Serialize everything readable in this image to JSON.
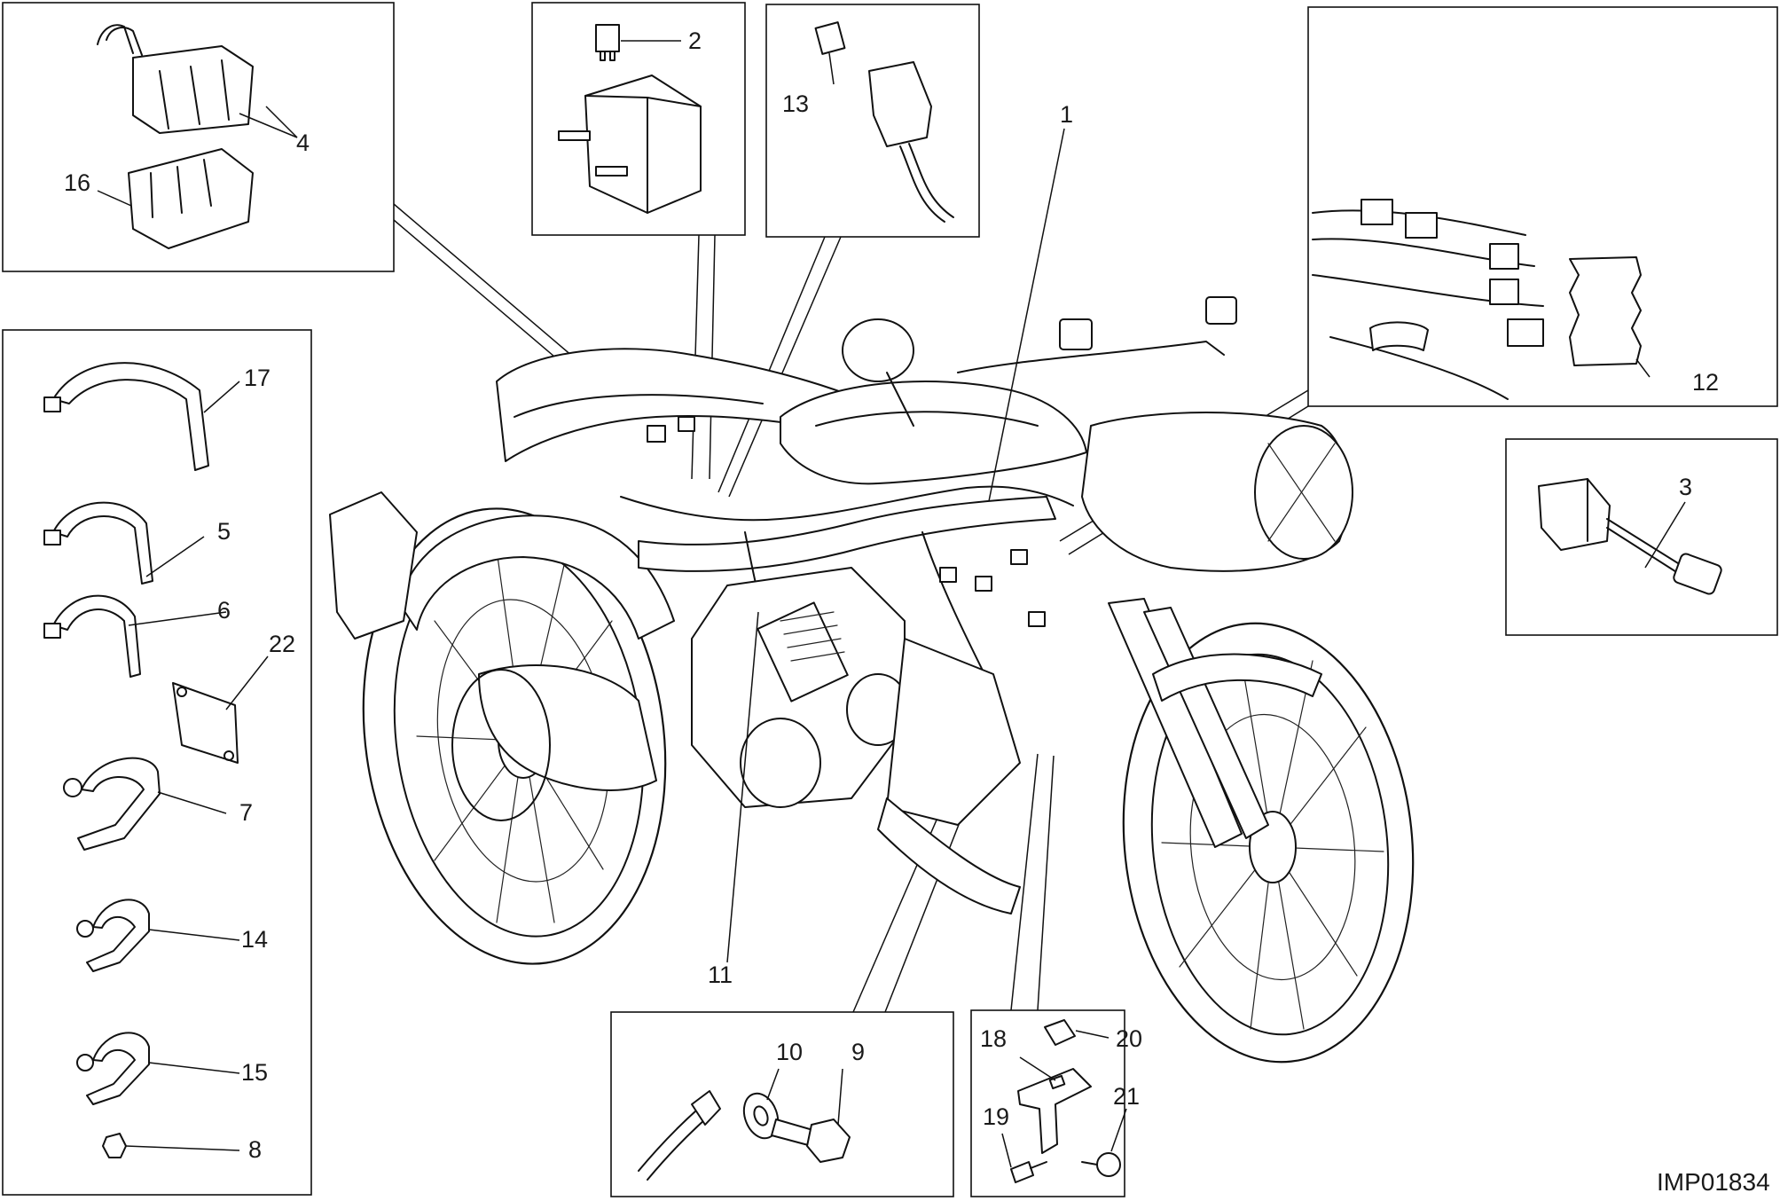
{
  "drawing": {
    "reference_code": "IMP01834"
  },
  "callouts": {
    "c1": "1",
    "c2": "2",
    "c3": "3",
    "c4": "4",
    "c5": "5",
    "c6": "6",
    "c7": "7",
    "c8": "8",
    "c9": "9",
    "c10": "10",
    "c11": "11",
    "c12": "12",
    "c13": "13",
    "c14": "14",
    "c15": "15",
    "c16": "16",
    "c17": "17",
    "c18": "18",
    "c19": "19",
    "c20": "20",
    "c21": "21",
    "c22": "22"
  }
}
